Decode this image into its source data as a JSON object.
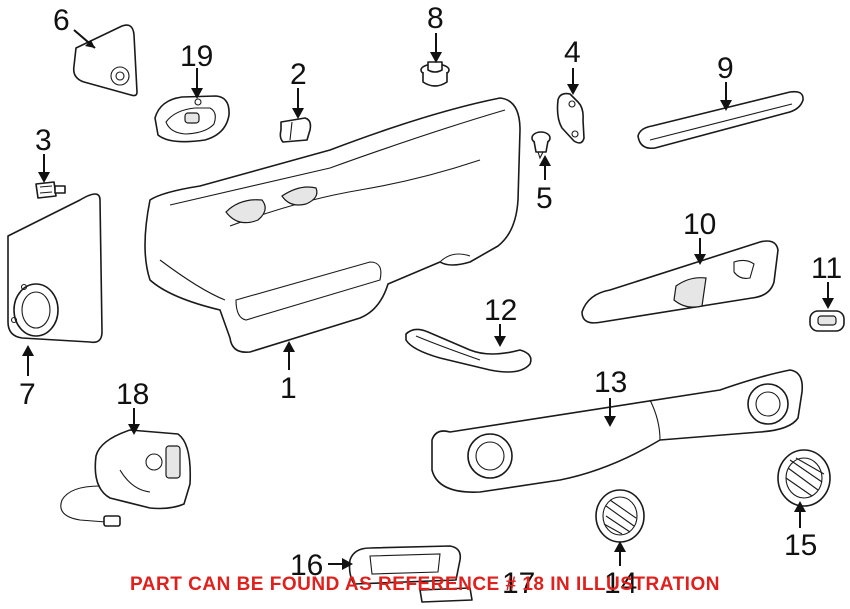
{
  "diagram": {
    "callouts": [
      {
        "id": "1",
        "label": "1"
      },
      {
        "id": "2",
        "label": "2"
      },
      {
        "id": "3",
        "label": "3"
      },
      {
        "id": "4",
        "label": "4"
      },
      {
        "id": "5",
        "label": "5"
      },
      {
        "id": "6",
        "label": "6"
      },
      {
        "id": "7",
        "label": "7"
      },
      {
        "id": "8",
        "label": "8"
      },
      {
        "id": "9",
        "label": "9"
      },
      {
        "id": "10",
        "label": "10"
      },
      {
        "id": "11",
        "label": "11"
      },
      {
        "id": "12",
        "label": "12"
      },
      {
        "id": "13",
        "label": "13"
      },
      {
        "id": "14",
        "label": "14"
      },
      {
        "id": "15",
        "label": "15"
      },
      {
        "id": "16",
        "label": "16"
      },
      {
        "id": "17",
        "label": "17"
      },
      {
        "id": "18",
        "label": "18"
      },
      {
        "id": "19",
        "label": "19"
      }
    ],
    "notice": "PART CAN BE FOUND AS REFERENCE # 18 IN ILLUSTRATION",
    "colors": {
      "notice": "#e0201c",
      "line": "#1a1a1a"
    }
  }
}
